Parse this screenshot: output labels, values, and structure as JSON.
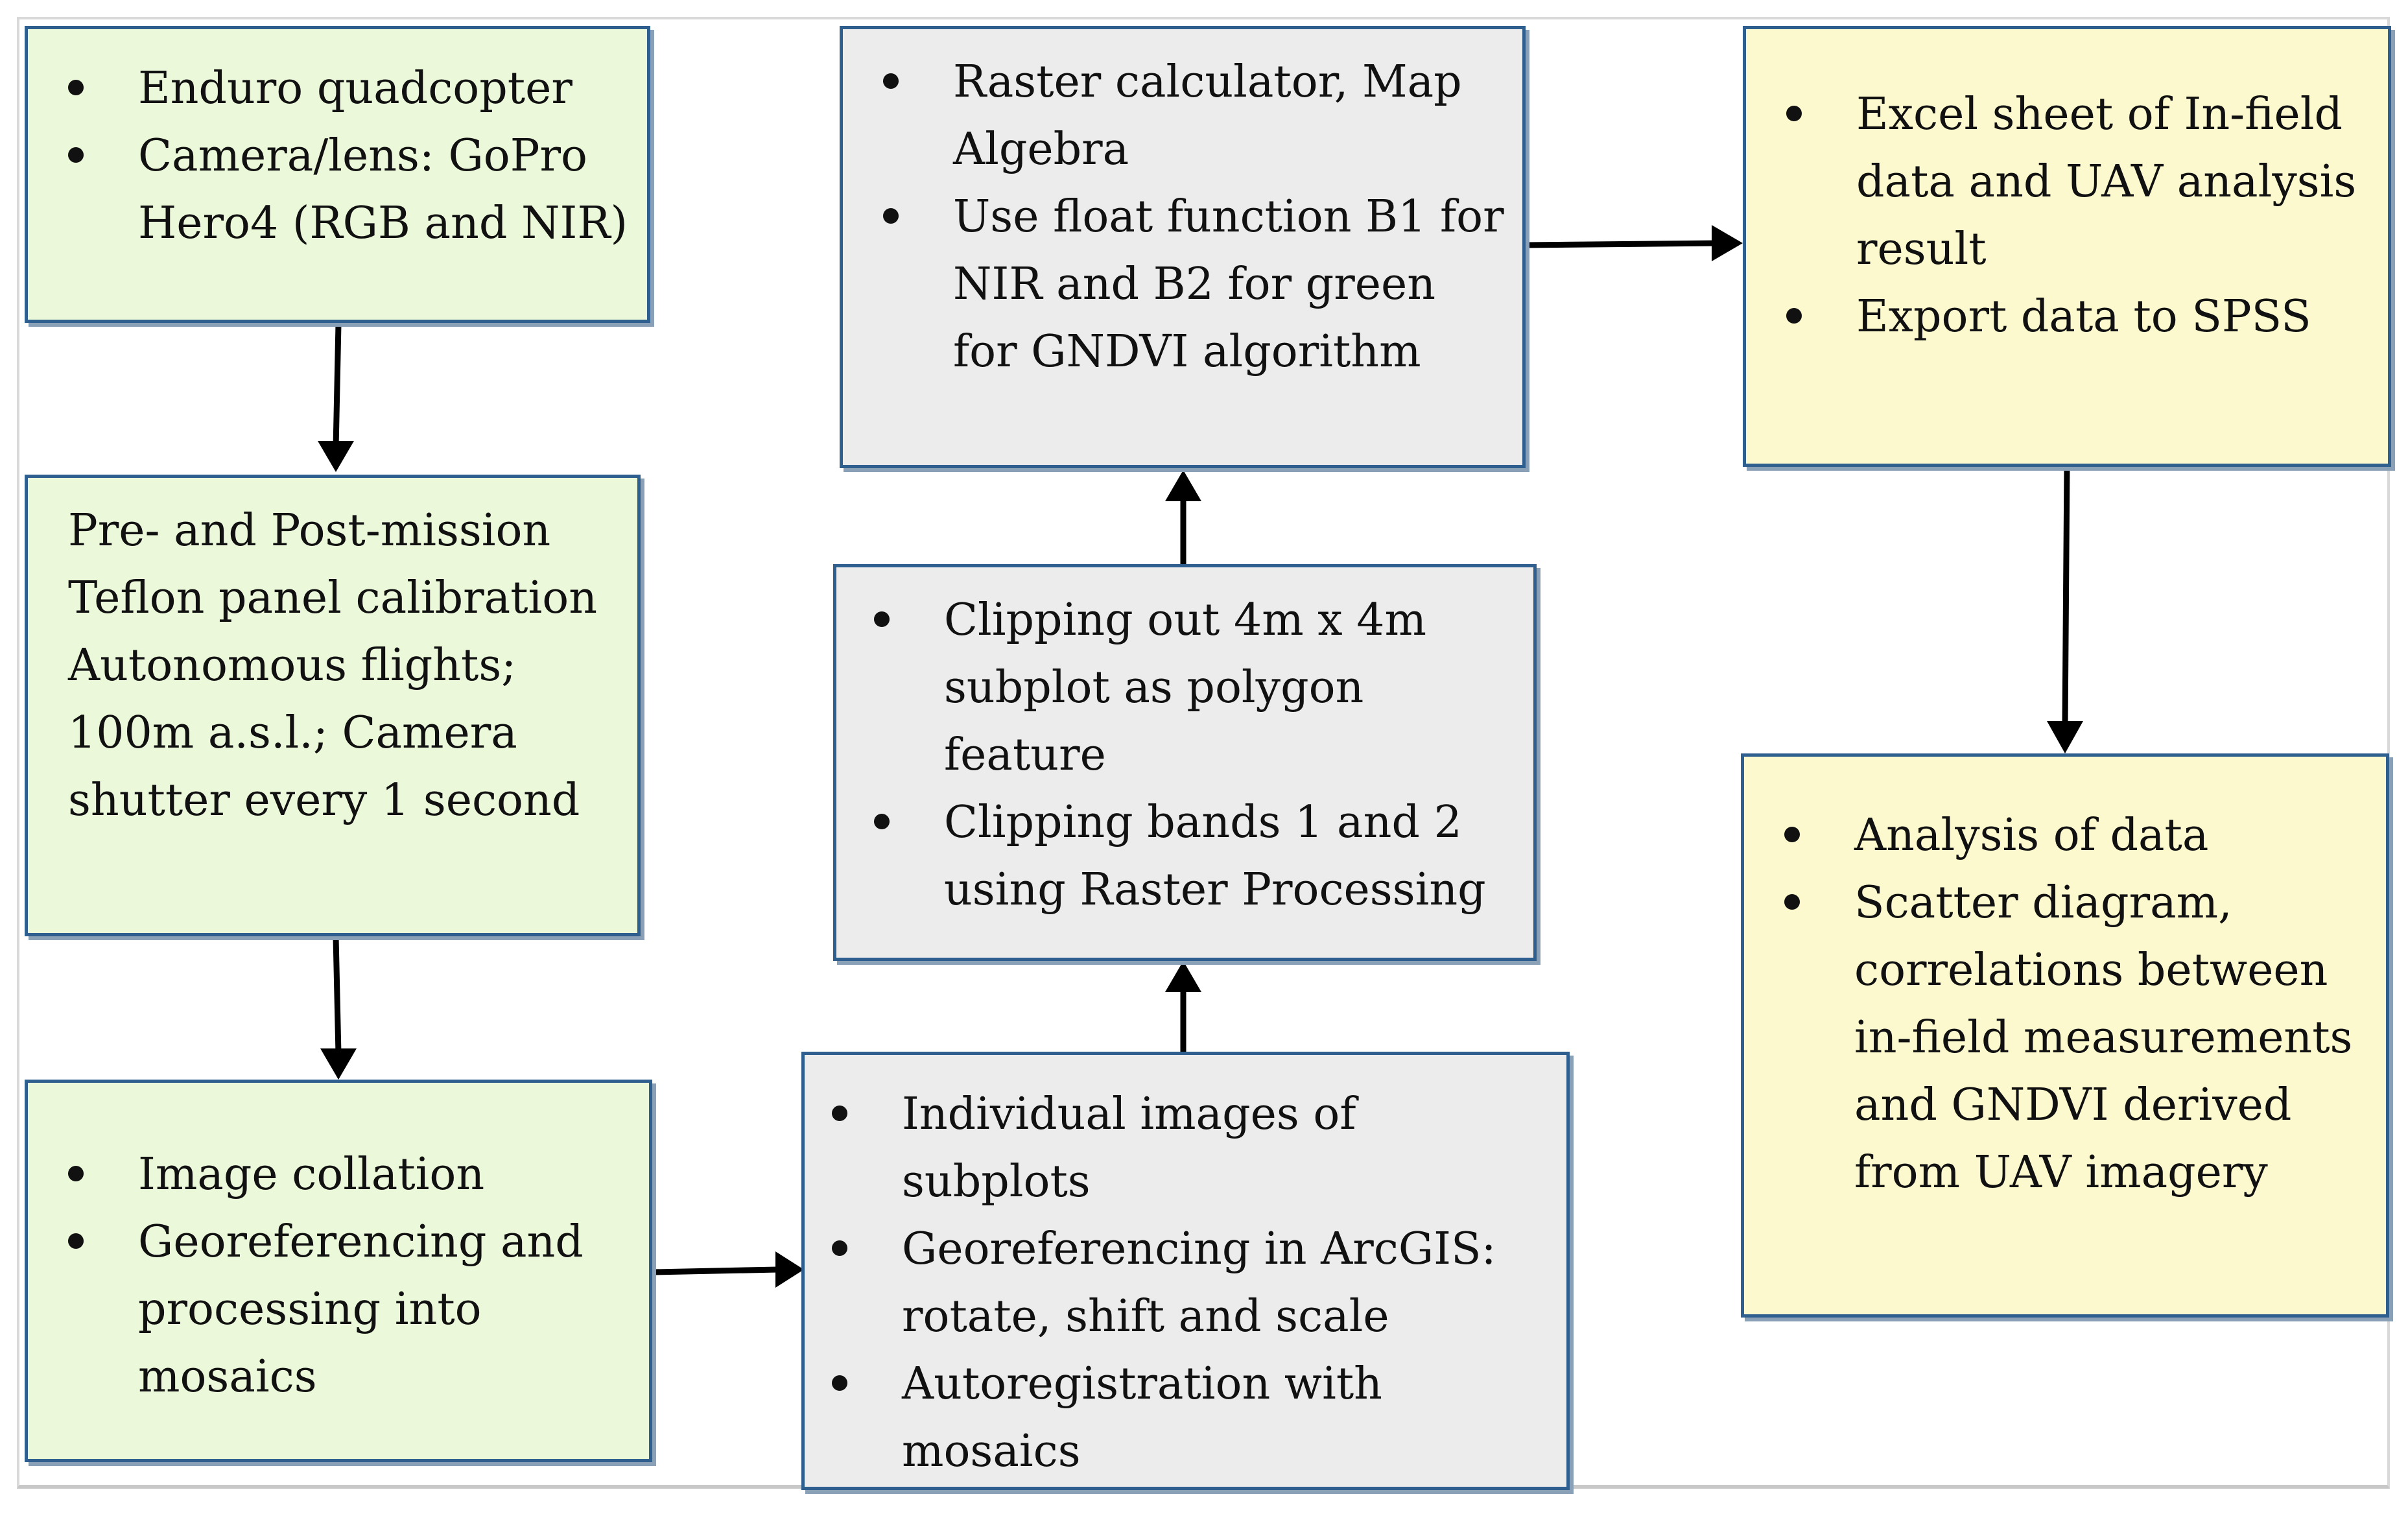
{
  "nodes": {
    "equipment": {
      "items": [
        "Enduro quadcopter",
        "Camera/lens: GoPro Hero4 (RGB and NIR)"
      ]
    },
    "mission": {
      "text": "Pre- and Post-mission\nTeflon panel calibration\nAutonomous flights;\n100m a.s.l.; Camera\nshutter every 1 second"
    },
    "mosaic": {
      "items": [
        "Image collation",
        "Georeferencing and processing into mosaics"
      ]
    },
    "georef": {
      "items": [
        "Individual images of subplots",
        "Georeferencing in ArcGIS: rotate, shift and scale",
        "Autoregistration with mosaics"
      ]
    },
    "clipping": {
      "items": [
        "Clipping out 4m x 4m subplot as polygon feature",
        "Clipping bands 1 and 2 using Raster Processing"
      ]
    },
    "raster": {
      "items": [
        "Raster calculator, Map Algebra",
        "Use float function B1 for NIR and B2 for green for GNDVI algorithm"
      ]
    },
    "excel": {
      "items": [
        "Excel sheet of In-field data and UAV analysis result",
        "Export data to SPSS"
      ]
    },
    "analysis": {
      "items": [
        "Analysis of data",
        "Scatter diagram, correlations between in-field measurements and GNDVI derived from UAV imagery"
      ]
    }
  },
  "colors": {
    "border": "#2e5f8e",
    "green": "#ebf8da",
    "grey": "#ececec",
    "yellow": "#fcf9cf",
    "arrow": "#000000"
  }
}
